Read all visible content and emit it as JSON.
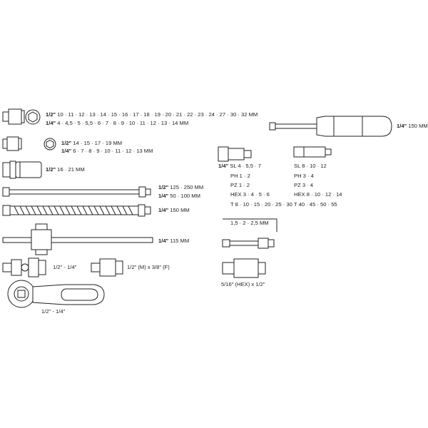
{
  "labels": {
    "sockets_a_size1": "1/2\"",
    "sockets_a_vals1": "10 · 11 · 12 · 13 · 14 · 15 · 16 · 17 · 18 · 19 · 20 · 21 · 22 · 23 · 24 · 27 · 30 · 32 MM",
    "sockets_a_size2": "1/4\"",
    "sockets_a_vals2": "4 · 4,5 · 5 · 5,5 · 6 · 7 · 8 · 9 · 10 · 11 · 12 · 13 · 14 MM",
    "sockets_b_size1": "1/2\"",
    "sockets_b_vals1": "14 · 15 · 17 · 19 MM",
    "sockets_b_size2": "1/4\"",
    "sockets_b_vals2": "6 · 7 · 8 · 9 · 10 · 11 · 12 · 13 MM",
    "spark_size": "1/2\"",
    "spark_vals": "16 · 21 MM",
    "ext1_size": "1/2\"",
    "ext1_vals": "125 · 250 MM",
    "ext2_size": "1/4\"",
    "ext2_vals": "50 · 100 MM",
    "flex_size": "1/4\"",
    "flex_vals": "150 MM",
    "tbar_size": "1/4\"",
    "tbar_vals": "115 MM",
    "ujoint": "1/2\" - 1/4\"",
    "adapter": "1/2\" (M) x 3/8\" (F)",
    "ratchet": "1/2\" - 1/4\"",
    "screwdriver_size": "1/4\"",
    "screwdriver_vals": "150 MM",
    "bits_left_size": "1/4\"",
    "bits_left": [
      "SL 4 · 5,5 · 7",
      "PH 1 · 2",
      "PZ 1 · 2",
      "HEX 3 · 4 · 5 · 6",
      "T 8 · 10 · 15 · 20 · 25 · 30"
    ],
    "bits_right": [
      "SL 8 · 10 · 12",
      "PH 3 · 4",
      "PZ 3 · 4",
      "HEX 8 · 10 · 12 · 14",
      "T 40 · 45 · 50 · 55"
    ],
    "hex_keys": "1,5 · 2 · 2,5 MM",
    "bit_adapter": "5/16\" (HEX) x 1/2\""
  }
}
